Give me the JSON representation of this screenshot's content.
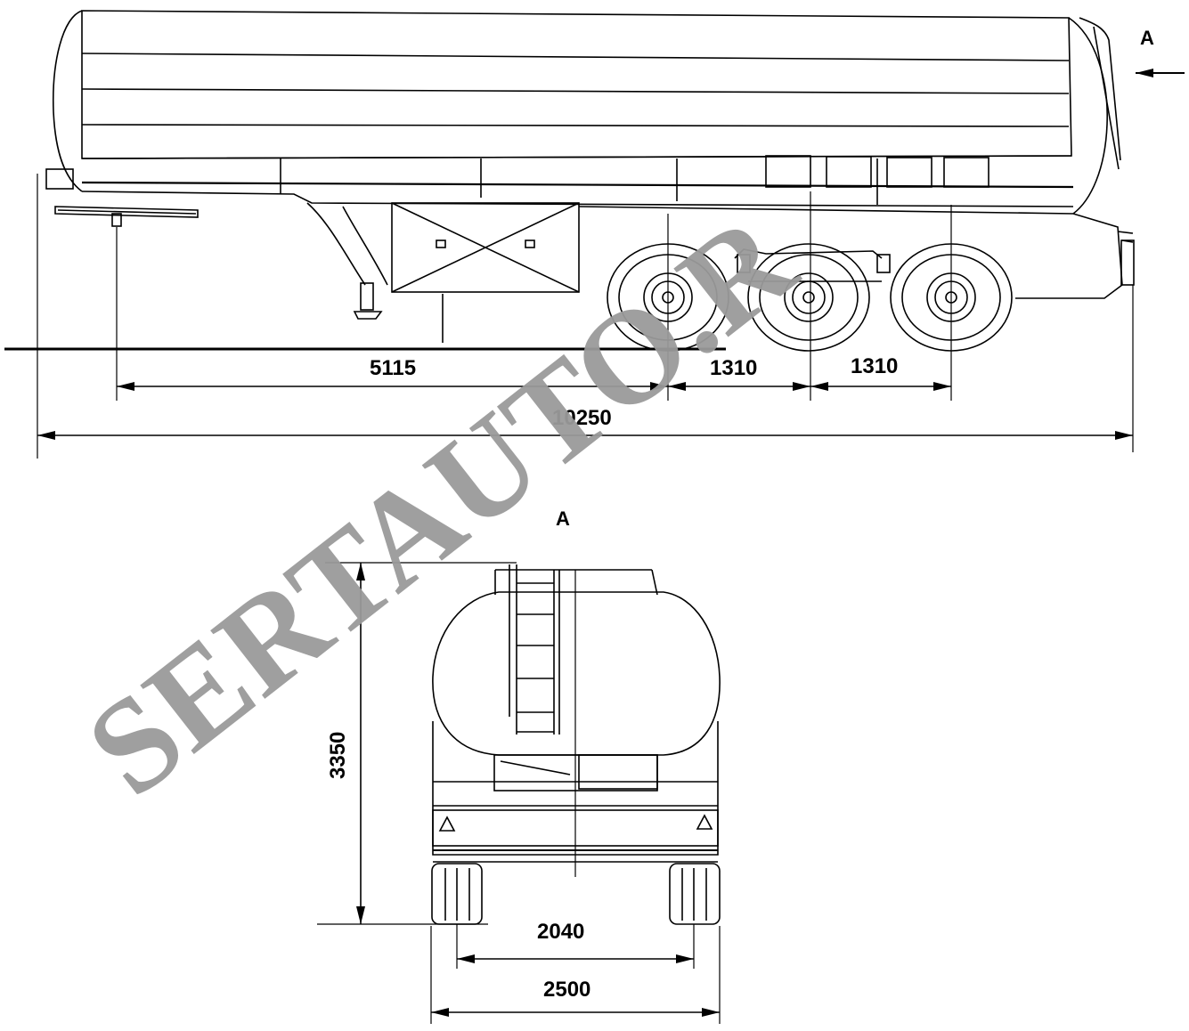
{
  "side_view": {
    "view_marker": "A",
    "dimensions": {
      "kingpin_to_axle": "5115",
      "axle_spacing_1": "1310",
      "axle_spacing_2": "1310",
      "overall_length": "10250"
    }
  },
  "rear_view": {
    "title": "A",
    "dimensions": {
      "height": "3350",
      "track": "2040",
      "width": "2500"
    }
  },
  "watermark": "SERTAUTO.R",
  "colors": {
    "line": "#000000",
    "watermark": "#9a9a9a",
    "background": "#ffffff"
  }
}
